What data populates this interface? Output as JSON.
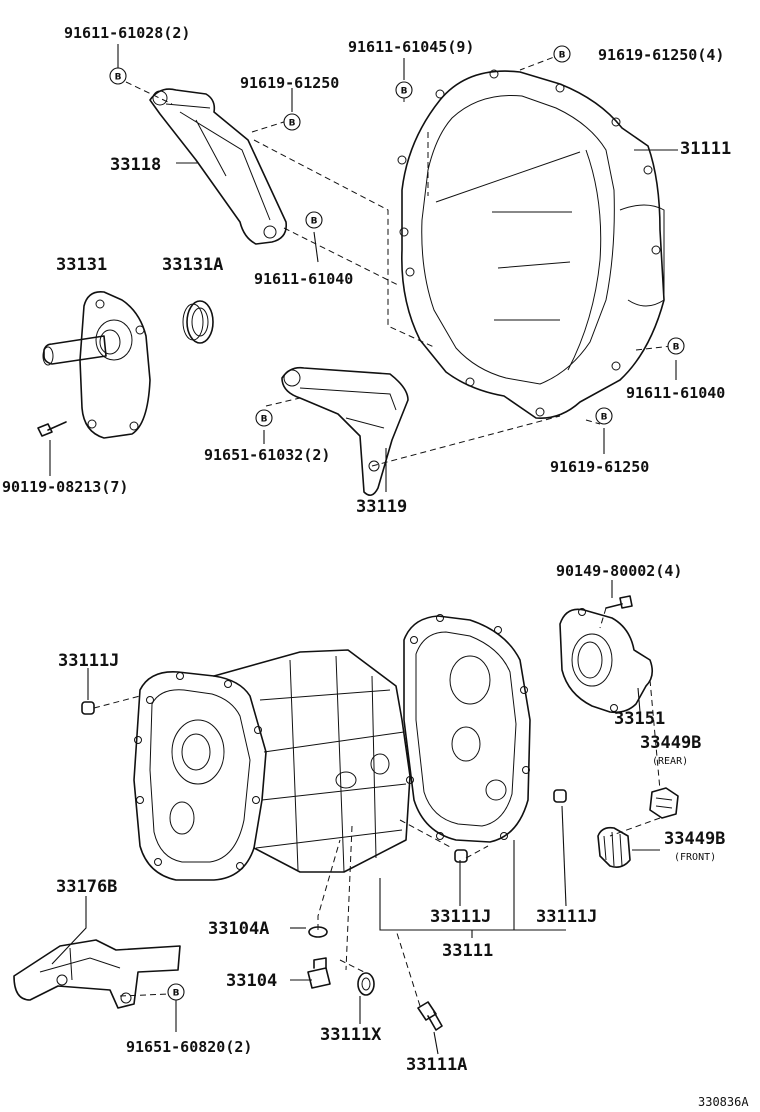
{
  "bolt_symbol": "B",
  "labels": {
    "p91611_61028": "91611-61028(2)",
    "p91611_61045": "91611-61045(9)",
    "p91619_61250_4": "91619-61250(4)",
    "p91619_61250_a": "91619-61250",
    "p33118": "33118",
    "p31111": "31111",
    "p33131": "33131",
    "p33131A": "33131A",
    "p91611_61040_a": "91611-61040",
    "p91611_61040_b": "91611-61040",
    "p91651_61032": "91651-61032(2)",
    "p91619_61250_b": "91619-61250",
    "p90119_08213": "90119-08213(7)",
    "p33119": "33119",
    "p90149_80002": "90149-80002(4)",
    "p33111J_a": "33111J",
    "p33151": "33151",
    "p33449B_rear": "33449B",
    "rear_note": "(REAR)",
    "p33449B_front": "33449B",
    "front_note": "(FRONT)",
    "p33176B": "33176B",
    "p33104A": "33104A",
    "p33111J_b": "33111J",
    "p33111J_c": "33111J",
    "p33111": "33111",
    "p33104": "33104",
    "p91651_60820": "91651-60820(2)",
    "p33111X": "33111X",
    "p33111A": "33111A",
    "diagram_id": "330836A"
  }
}
